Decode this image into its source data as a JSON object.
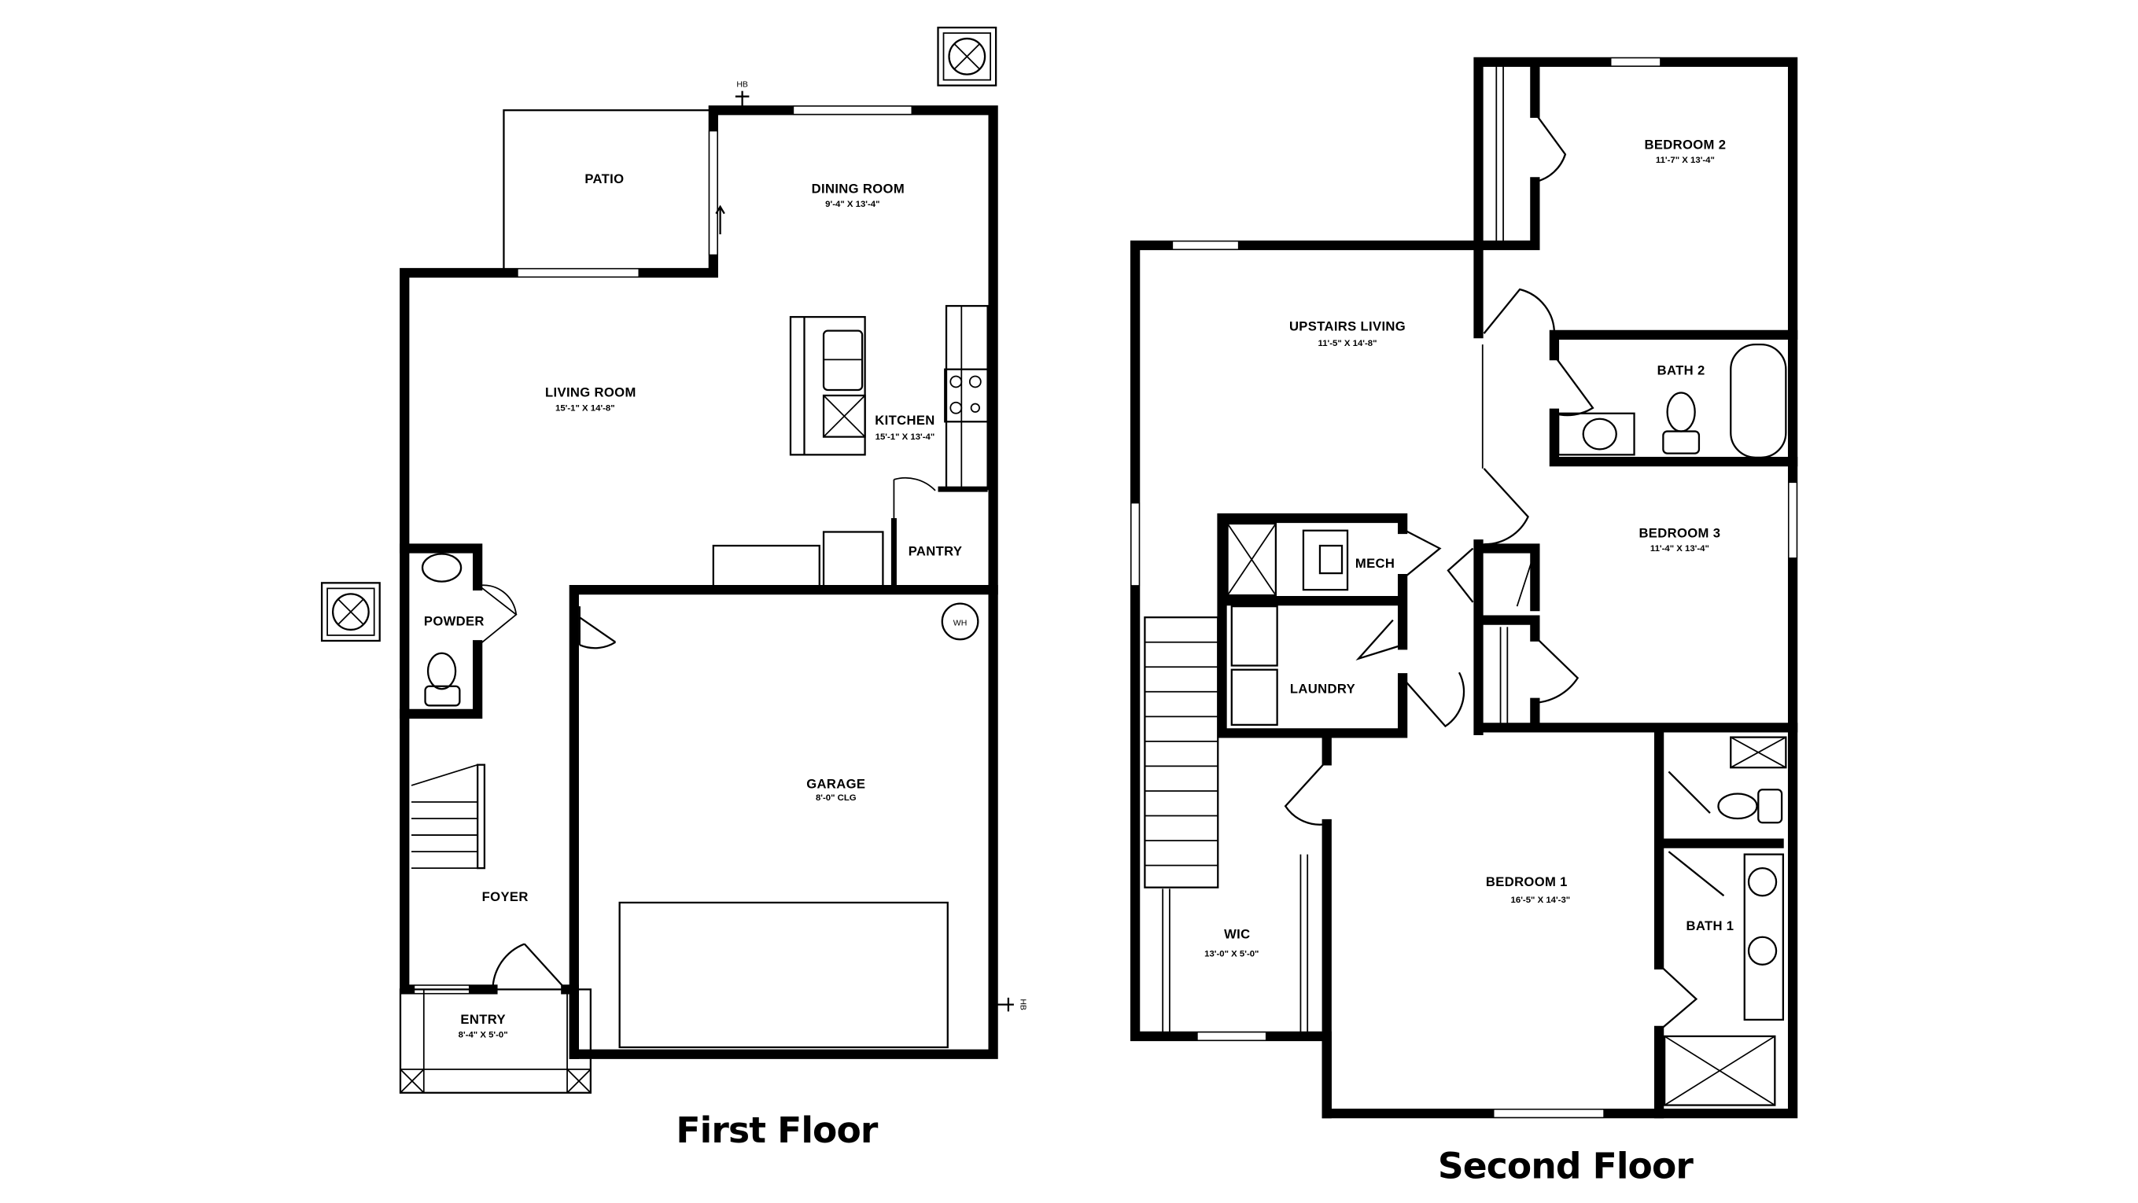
{
  "first_floor": {
    "title": "First Floor",
    "rooms": [
      {
        "name": "PATIO",
        "dims": ""
      },
      {
        "name": "DINING ROOM",
        "dims": "9'-4\" X 13'-4\""
      },
      {
        "name": "LIVING ROOM",
        "dims": "15'-1\" X 14'-8\""
      },
      {
        "name": "KITCHEN",
        "dims": "15'-1\" X 13'-4\""
      },
      {
        "name": "PANTRY",
        "dims": ""
      },
      {
        "name": "POWDER",
        "dims": ""
      },
      {
        "name": "GARAGE",
        "dims": "8'-0\" CLG"
      },
      {
        "name": "FOYER",
        "dims": ""
      },
      {
        "name": "ENTRY",
        "dims": "8'-4\" X 5'-0\""
      }
    ],
    "fixtures": {
      "hose_bib": "HB",
      "water_heater": "WH"
    }
  },
  "second_floor": {
    "title": "Second Floor",
    "rooms": [
      {
        "name": "BEDROOM 2",
        "dims": "11'-7\" X 13'-4\""
      },
      {
        "name": "UPSTAIRS LIVING",
        "dims": "11'-5\" X 14'-8\""
      },
      {
        "name": "BATH 2",
        "dims": ""
      },
      {
        "name": "BEDROOM 3",
        "dims": "11'-4\" X 13'-4\""
      },
      {
        "name": "MECH",
        "dims": ""
      },
      {
        "name": "LAUNDRY",
        "dims": ""
      },
      {
        "name": "BEDROOM 1",
        "dims": "16'-5\" X 14'-3\""
      },
      {
        "name": "WIC",
        "dims": "13'-0\" X 5'-0\""
      },
      {
        "name": "BATH 1",
        "dims": ""
      }
    ]
  }
}
